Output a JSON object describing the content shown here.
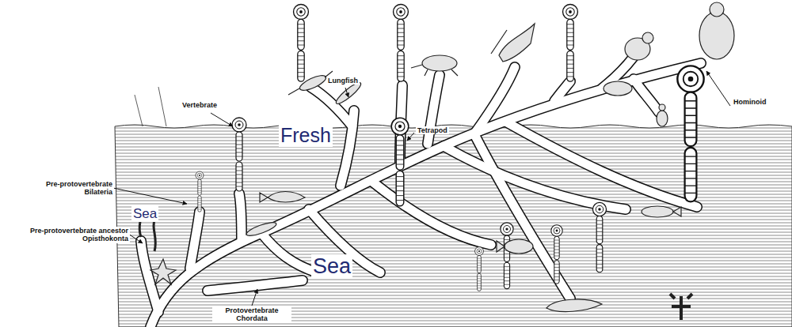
{
  "diagram": {
    "labels": [
      "Vertebrate",
      "Lungfish",
      "Fresh",
      "Tetrapod",
      "Hominoid",
      "Pre-protovertebrate Bilateria",
      "Sea",
      "Pre-protovertebrate ancestor Opisthokonta",
      "Sea",
      "Protovertebrate Chordata"
    ]
  }
}
